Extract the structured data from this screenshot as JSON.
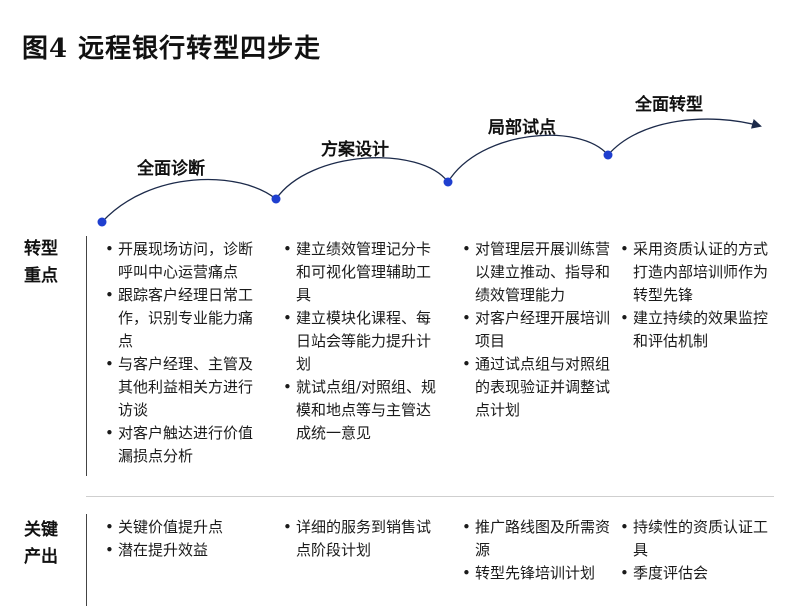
{
  "title": "图4 远程银行转型四步走",
  "stages": [
    "全面诊断",
    "方案设计",
    "局部试点",
    "全面转型"
  ],
  "row_labels": {
    "focus": [
      "转型",
      "重点"
    ],
    "output": [
      "关键",
      "产出"
    ]
  },
  "focus": [
    [
      "开展现场访问，诊断呼叫中心运营痛点",
      "跟踪客户经理日常工作，识别专业能力痛点",
      "与客户经理、主管及其他利益相关方进行访谈",
      "对客户触达进行价值漏损点分析"
    ],
    [
      "建立绩效管理记分卡和可视化管理辅助工具",
      "建立模块化课程、每日站会等能力提升计划",
      "就试点组/对照组、规模和地点等与主管达成统一意见"
    ],
    [
      "对管理层开展训练营以建立推动、指导和绩效管理能力",
      "对客户经理开展培训项目",
      "通过试点组与对照组的表现验证并调整试点计划"
    ],
    [
      "采用资质认证的方式打造内部培训师作为转型先锋",
      "建立持续的效果监控和评估机制"
    ]
  ],
  "outputs": [
    [
      "关键价值提升点",
      "潜在提升效益"
    ],
    [
      "详细的服务到销售试点阶段计划"
    ],
    [
      "推广路线图及所需资源",
      "转型先锋培训计划"
    ],
    [
      "持续性的资质认证工具",
      "季度评估会"
    ]
  ],
  "colors": {
    "accent": "#1f3fcf",
    "path": "#1c2a4a"
  }
}
